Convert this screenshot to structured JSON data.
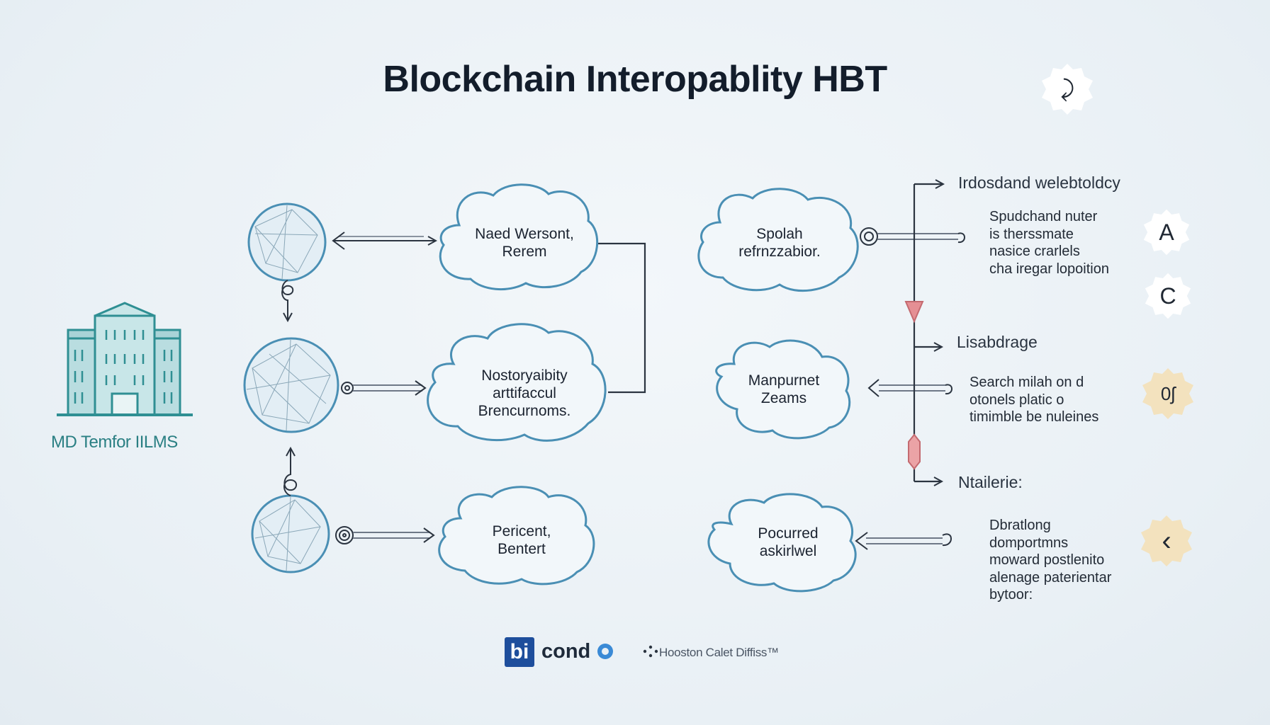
{
  "title": "Blockchain Interopablity HBT",
  "building": {
    "caption": "MD Temfor IILMS"
  },
  "left_nodes": [
    {
      "label": "Naed Wersont,\nRerem"
    },
    {
      "label": "Nostoryaibity\narttifaccul\nBrencurnoms."
    },
    {
      "label": "Pericent,\nBentert"
    }
  ],
  "right_nodes": [
    {
      "label": "Spolah\nrefrnzzabior."
    },
    {
      "label": "Manpurnet\nZeams"
    },
    {
      "label": "Pocurred\naskirlwel"
    }
  ],
  "sections": [
    {
      "heading": "Irdosdand welebtoldcy",
      "body": "Spudchand nuter\nis therssmate\nnasice crarlels\ncha iregar lopoition"
    },
    {
      "heading": "Lisabdrage",
      "body": "Search milah on d\notonels platic o\ntimimble be nuleines"
    },
    {
      "heading": "Ntailerie:",
      "body": "Dbratlong\ndomportmns\nmoward postlenito\nalenage paterientar\nbytoor:"
    }
  ],
  "badges": [
    {
      "glyph": "⤸",
      "icon": "refresh-icon"
    },
    {
      "glyph": "A",
      "icon": "letter-a-icon"
    },
    {
      "glyph": "C",
      "icon": "letter-c-icon"
    },
    {
      "glyph": "0ʃ",
      "icon": "code-icon"
    },
    {
      "glyph": "‹",
      "icon": "chevron-left-icon"
    }
  ],
  "logos": {
    "bi": "bi",
    "cond": "cond",
    "houston": "Hooston Calet Diffiss™"
  },
  "colors": {
    "stroke": "#4a8fb4",
    "accent_teal": "#2f8f93",
    "pink": "#e58f94",
    "badge_cream": "#f3e2be"
  }
}
